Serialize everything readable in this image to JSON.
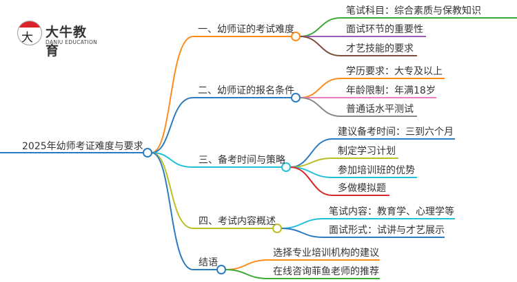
{
  "logo": {
    "name": "大牛教育",
    "subtitle": "DANIU EDUCATION",
    "mark": "大牛"
  },
  "root": {
    "label": "2025年幼师考证难度与要求",
    "color": "#2a7bc0"
  },
  "branches": [
    {
      "label": "一、幼师证的考试难度",
      "color": "#ff8a1c",
      "children": [
        {
          "label": "笔试科目：综合素质与保教知识",
          "color": "#3aaa35"
        },
        {
          "label": "面试环节的重要性",
          "color": "#9b59b6"
        },
        {
          "label": "才艺技能的要求",
          "color": "#7d4e3c"
        }
      ]
    },
    {
      "label": "二、幼师证的报名条件",
      "color": "#2a7bc0",
      "children": [
        {
          "label": "学历要求：大专及以上",
          "color": "#ff8a1c"
        },
        {
          "label": "年龄限制：年满18岁",
          "color": "#e87fc0"
        },
        {
          "label": "普通话水平测试",
          "color": "#888888"
        }
      ]
    },
    {
      "label": "三、备考时间与策略",
      "color": "#22c0d8",
      "children": [
        {
          "label": "建议备考时间：三到六个月",
          "color": "#2a7bc0"
        },
        {
          "label": "制定学习计划",
          "color": "#bcbd22"
        },
        {
          "label": "参加培训班的优势",
          "color": "#22c0d8"
        },
        {
          "label": "多做模拟题",
          "color": "#d62728"
        }
      ]
    },
    {
      "label": "四、考试内容概述",
      "color": "#bcbd22",
      "children": [
        {
          "label": "笔试内容：教育学、心理学等",
          "color": "#22c0d8"
        },
        {
          "label": "面试形式：试讲与才艺展示",
          "color": "#2a7bc0"
        }
      ]
    },
    {
      "label": "结语",
      "color": "#2a7bc0",
      "children": [
        {
          "label": "选择专业培训机构的建议",
          "color": "#ff8a1c"
        },
        {
          "label": "在线咨询菲鱼老师的推荐",
          "color": "#3aaa35"
        }
      ]
    }
  ]
}
